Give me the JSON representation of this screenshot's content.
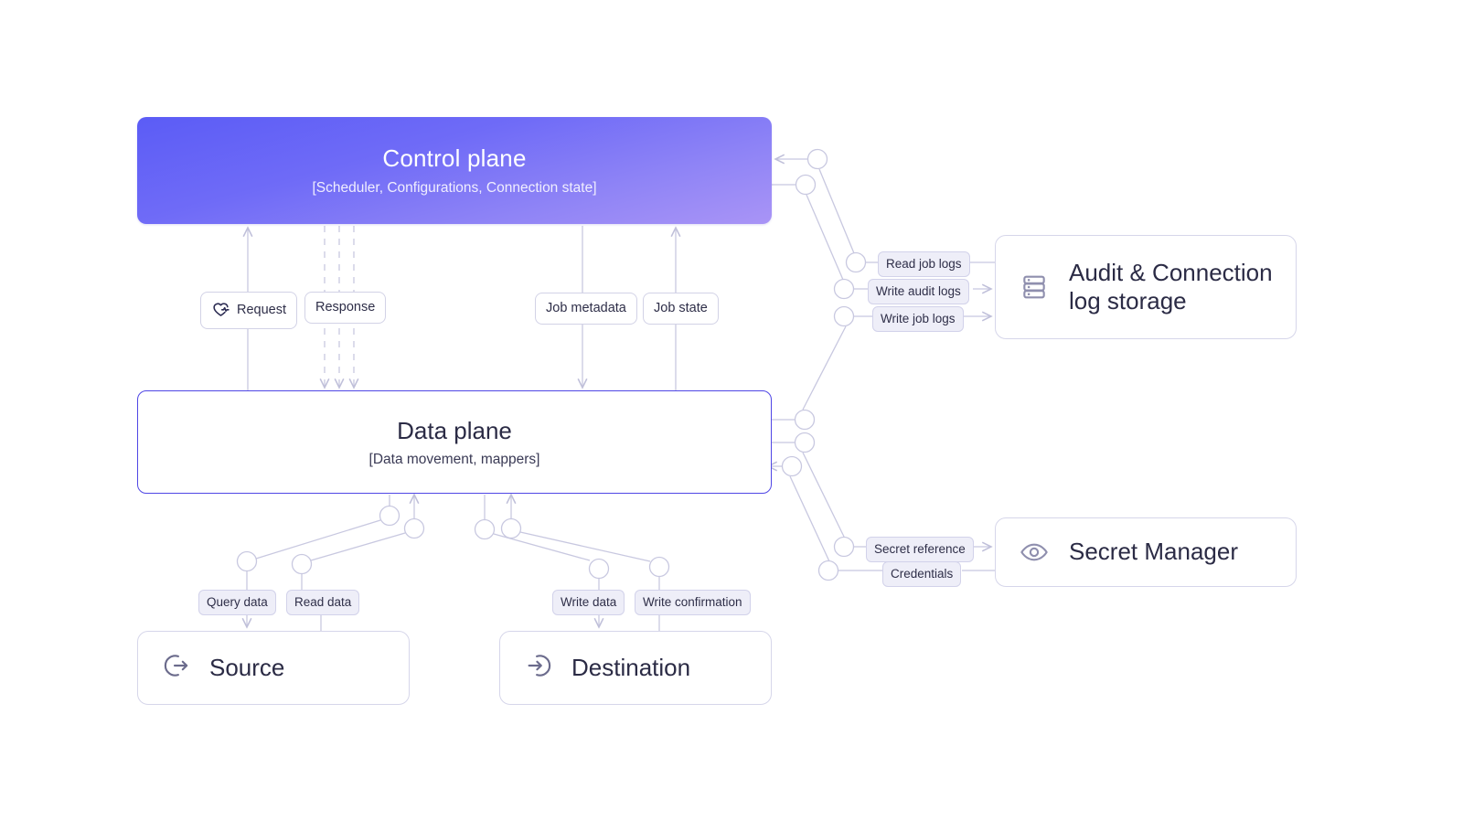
{
  "diagram": {
    "title": "Control plane / Data plane architecture",
    "colors": {
      "control_plane_gradient_start": "#5B5CF6",
      "control_plane_gradient_end": "#A994F6",
      "data_plane_border": "#4F46E5",
      "wire": "#c8c8e0",
      "chip_fill": "#EEEEF8",
      "chip_border": "#D2D2EA",
      "card_border": "#D6D6EA",
      "text_dark": "#2B2B45",
      "background": "#FFFFFF"
    }
  },
  "control_plane": {
    "title": "Control plane",
    "subtitle": "[Scheduler, Configurations, Connection state]"
  },
  "data_plane": {
    "title": "Data plane",
    "subtitle": "[Data movement, mappers]"
  },
  "services": [
    {
      "id": "audit",
      "label": "Audit & Connection\nlog storage",
      "line1": "Audit & Connection",
      "line2": "log storage",
      "icon": "database-stack-icon"
    },
    {
      "id": "secret",
      "label": "Secret Manager",
      "icon": "eye-icon"
    }
  ],
  "endpoints": [
    {
      "id": "source",
      "label": "Source",
      "icon": "arrow-out-circle-icon"
    },
    {
      "id": "destination",
      "label": "Destination",
      "icon": "arrow-in-circle-icon"
    }
  ],
  "edge_labels": {
    "request": "Request",
    "request_icon": "heart-pulse-icon",
    "response": "Response",
    "job_metadata": "Job metadata",
    "job_state": "Job state",
    "read_job_logs": "Read job logs",
    "write_audit_logs": "Write audit logs",
    "write_job_logs": "Write job logs",
    "secret_reference": "Secret reference",
    "credentials": "Credentials",
    "query_data": "Query data",
    "read_data": "Read data",
    "write_data": "Write data",
    "write_confirmation": "Write confirmation"
  }
}
